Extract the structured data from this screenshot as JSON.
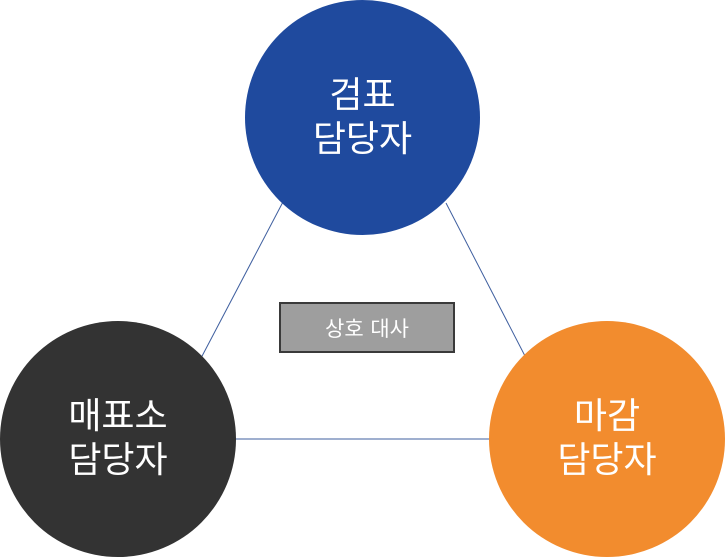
{
  "diagram": {
    "nodes": [
      {
        "id": "top",
        "line1": "검표",
        "line2": "담당자",
        "color": "#1f4a9e"
      },
      {
        "id": "left",
        "line1": "매표소",
        "line2": "담당자",
        "color": "#333333"
      },
      {
        "id": "right",
        "line1": "마감",
        "line2": "담당자",
        "color": "#f28c2e"
      }
    ],
    "center_label": "상호 대사",
    "center_box_color": "#9e9e9e",
    "connector_color": "#3f5f9f"
  }
}
